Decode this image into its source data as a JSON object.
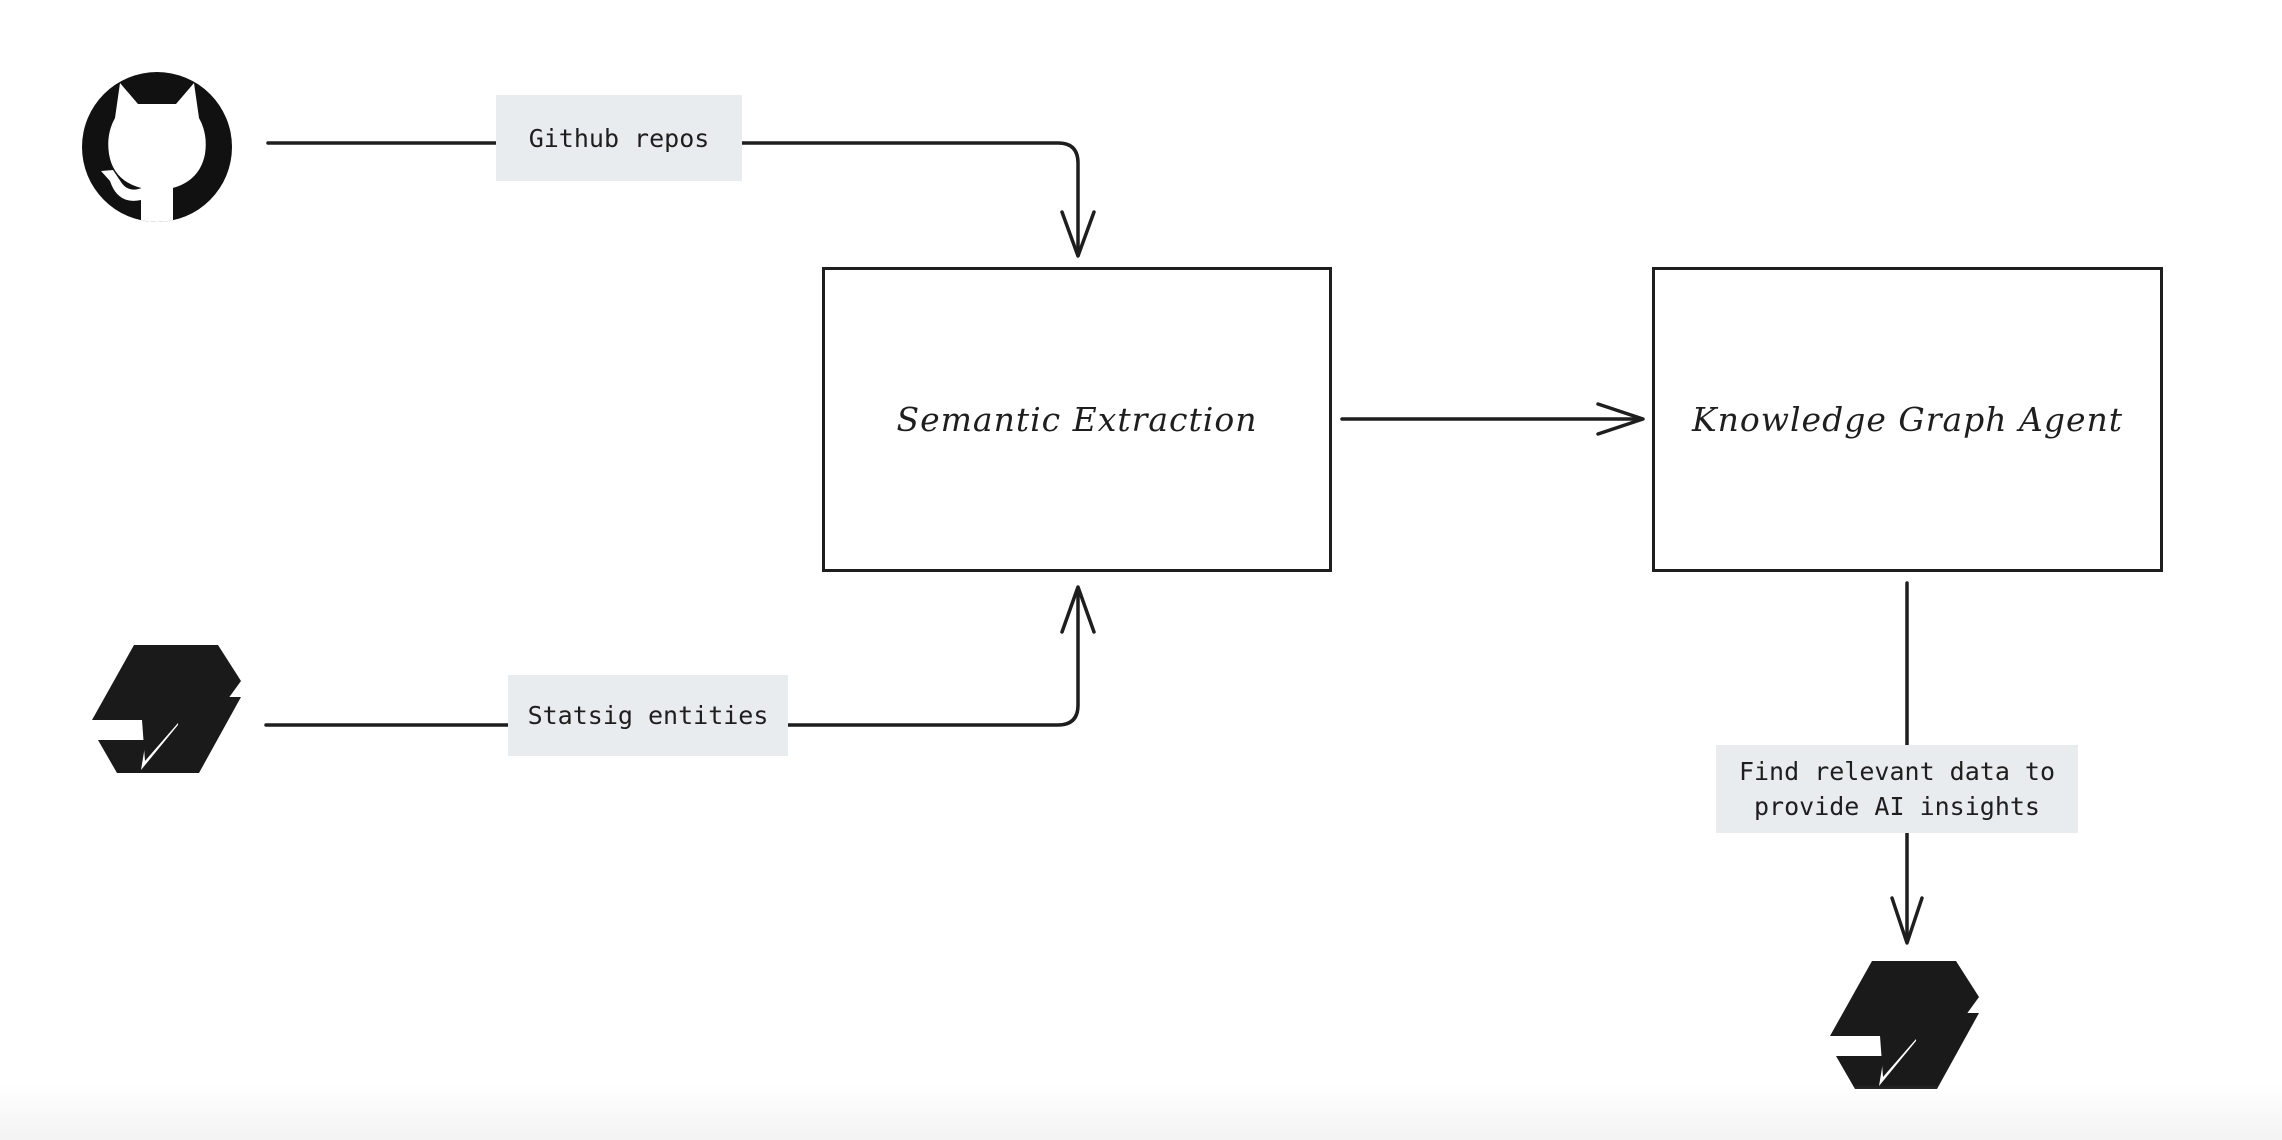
{
  "nodes": {
    "semantic_extraction": {
      "label": "Semantic Extraction"
    },
    "knowledge_graph_agent": {
      "label": "Knowledge Graph Agent"
    }
  },
  "edges": {
    "github": {
      "label": "Github repos"
    },
    "statsig": {
      "label": "Statsig entities"
    },
    "insights": {
      "label": "Find relevant data to provide AI insights"
    }
  },
  "icons": {
    "source_top": "github-icon",
    "source_bottom": "statsig-icon",
    "output": "statsig-icon"
  },
  "colors": {
    "stroke": "#1e1e1e",
    "label_background": "#e9ecef"
  }
}
